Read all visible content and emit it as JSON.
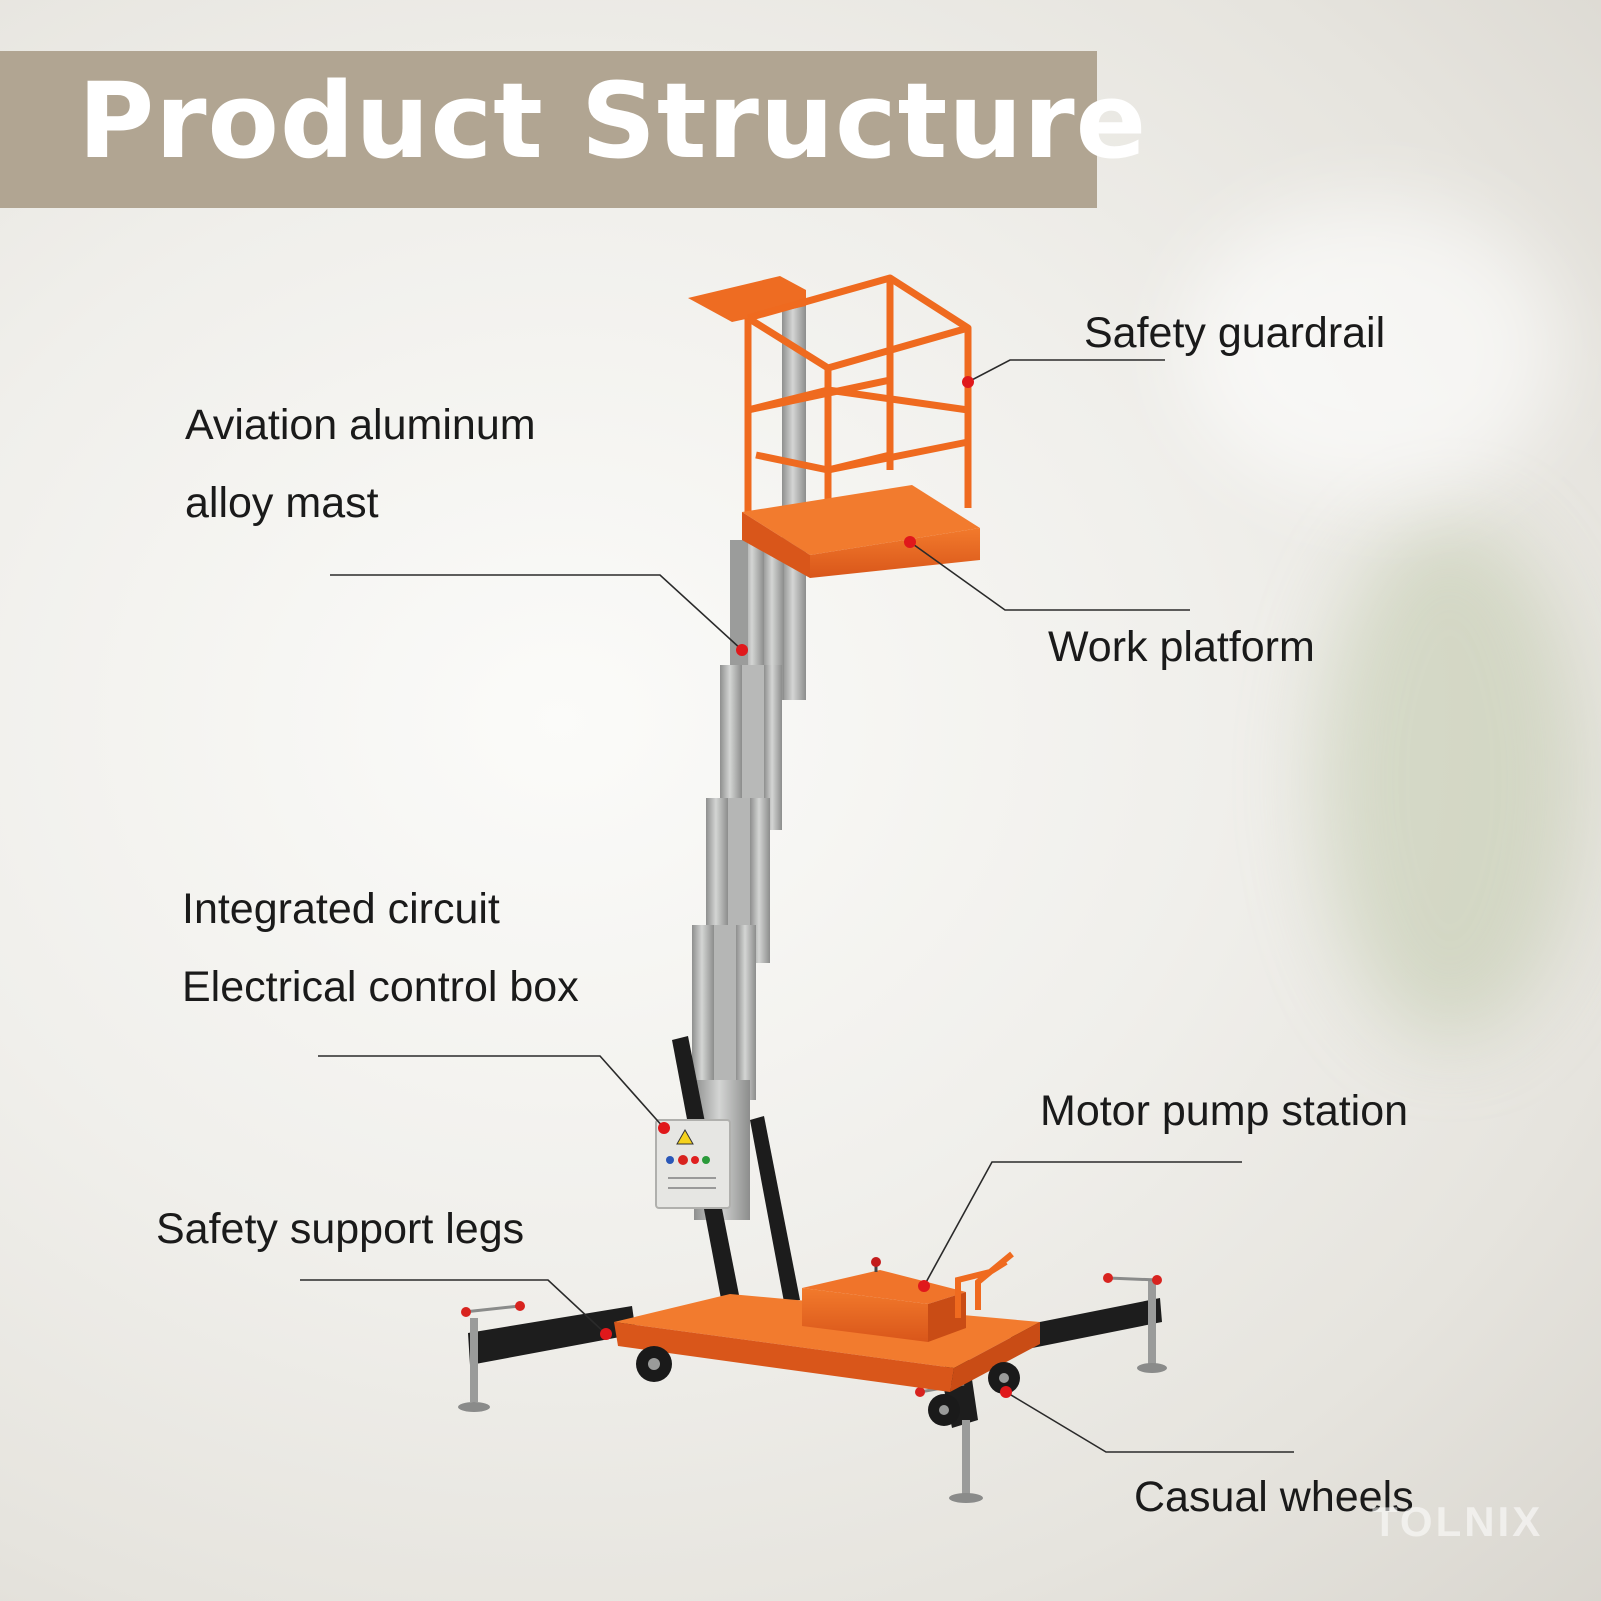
{
  "title": "Product Structure",
  "labels": {
    "safety_guardrail": "Safety guardrail",
    "mast_line1": "Aviation aluminum",
    "mast_line2": "alloy mast",
    "work_platform": "Work platform",
    "control_line1": "Integrated circuit",
    "control_line2": "Electrical control box",
    "motor_pump": "Motor pump station",
    "support_legs": "Safety support legs",
    "wheels": "Casual wheels"
  },
  "watermark": "TOLNIX",
  "colors": {
    "banner": "#b1a592",
    "frame_orange": "#ef6a1f",
    "mast_gray": "#a9aaa9",
    "leader_line": "#2a2a2a",
    "marker_red": "#e0181b"
  }
}
